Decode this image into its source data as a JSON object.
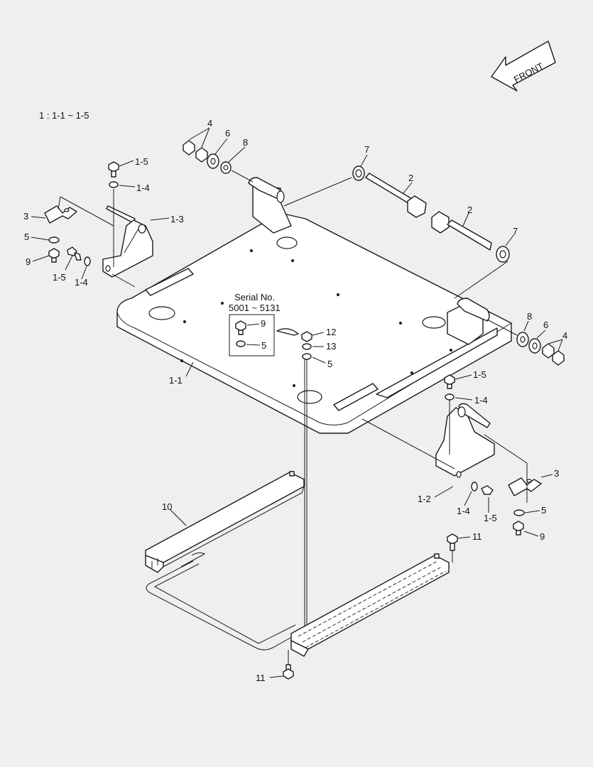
{
  "header_note": "1   : 1-1 ~ 1-5",
  "front_arrow": "FRONT",
  "serial_box": {
    "title": "Serial No.",
    "range": "5001 ~ 5131"
  },
  "labels": {
    "p4a": "4",
    "p6a": "6",
    "p8a": "8",
    "p7a": "7",
    "p2a": "2",
    "p2b": "2",
    "p7b": "7",
    "p8b": "8",
    "p6b": "6",
    "p4b": "4",
    "p1_5a": "1-5",
    "p1_4a": "1-4",
    "p1_3": "1-3",
    "p3a": "3",
    "p5a": "5",
    "p9a": "9",
    "p1_5b": "1-5",
    "p1_4b": "1-4",
    "s9": "9",
    "s5": "5",
    "p12": "12",
    "p13": "13",
    "p5c": "5",
    "p1_1": "1-1",
    "p1_5c": "1-5",
    "p1_4c": "1-4",
    "p3b": "3",
    "p1_2": "1-2",
    "p1_4d": "1-4",
    "p1_5d": "1-5",
    "p5b": "5",
    "p9b": "9",
    "p10": "10",
    "p11a": "11",
    "p11b": "11"
  }
}
